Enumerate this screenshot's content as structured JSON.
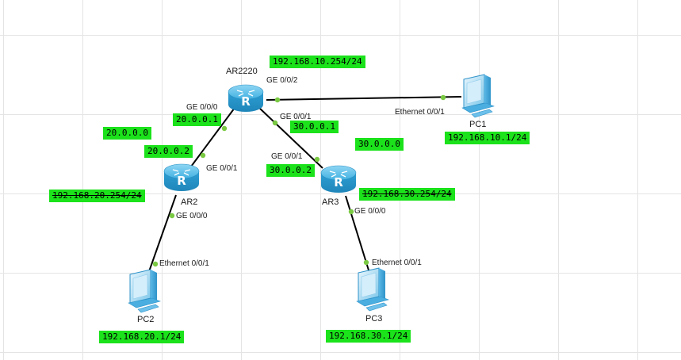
{
  "devices": {
    "ar2220": "AR2220",
    "ar2": "AR2",
    "ar3": "AR3",
    "pc1": "PC1",
    "pc2": "PC2",
    "pc3": "PC3"
  },
  "ports": {
    "ar2220_ge002": "GE 0/0/2",
    "ar2220_ge000": "GE 0/0/0",
    "ar2220_ge001": "GE 0/0/1",
    "ar2_ge001": "GE 0/0/1",
    "ar2_ge000": "GE 0/0/0",
    "ar3_ge001": "GE 0/0/1",
    "ar3_ge000": "GE 0/0/0",
    "pc1_eth": "Ethernet 0/0/1",
    "pc2_eth": "Ethernet 0/0/1",
    "pc3_eth": "Ethernet 0/0/1"
  },
  "addresses": {
    "ar2220_gw_pc1": "192.168.10.254/24",
    "pc1_ip": "192.168.10.1/24",
    "ar2220_ge000_ip": "20.0.0.1",
    "net_20": "20.0.0.0",
    "ar2_ge001_ip": "20.0.0.2",
    "ar2_gw_pc2": "192.168.20.254/24",
    "pc2_ip": "192.168.20.1/24",
    "ar2220_ge001_ip": "30.0.0.1",
    "net_30": "30.0.0.0",
    "ar3_ge001_ip": "30.0.0.2",
    "ar3_gw_pc3": "192.168.30.254/24",
    "pc3_ip": "192.168.30.1/24"
  },
  "colors": {
    "label_bg": "#1be21b",
    "port_dot": "#7ac943",
    "router_body": "#3aa8dc",
    "link": "#000000"
  },
  "icons": {
    "router": "router-icon",
    "pc": "pc-icon"
  }
}
